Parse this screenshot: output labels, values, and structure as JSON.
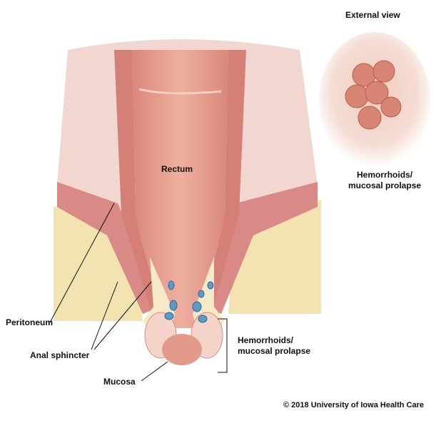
{
  "labels": {
    "external_view": "External view",
    "rectum": "Rectum",
    "hemorrhoids_top_line1": "Hemorrhoids/",
    "hemorrhoids_top_line2": "mucosal prolapse",
    "peritoneum": "Peritoneum",
    "anal_sphincter": "Anal sphincter",
    "mucosa": "Mucosa",
    "hemorrhoids_side_line1": "Hemorrhoids/",
    "hemorrhoids_side_line2": "mucosal prolapse"
  },
  "copyright": "© 2018 University of Iowa Health Care",
  "colors": {
    "fat": "#f3e3b0",
    "muscle": "#d98a86",
    "rectum": "#e7a08e",
    "tissue": "#f6d9cc",
    "vein": "#5d9ac4"
  }
}
